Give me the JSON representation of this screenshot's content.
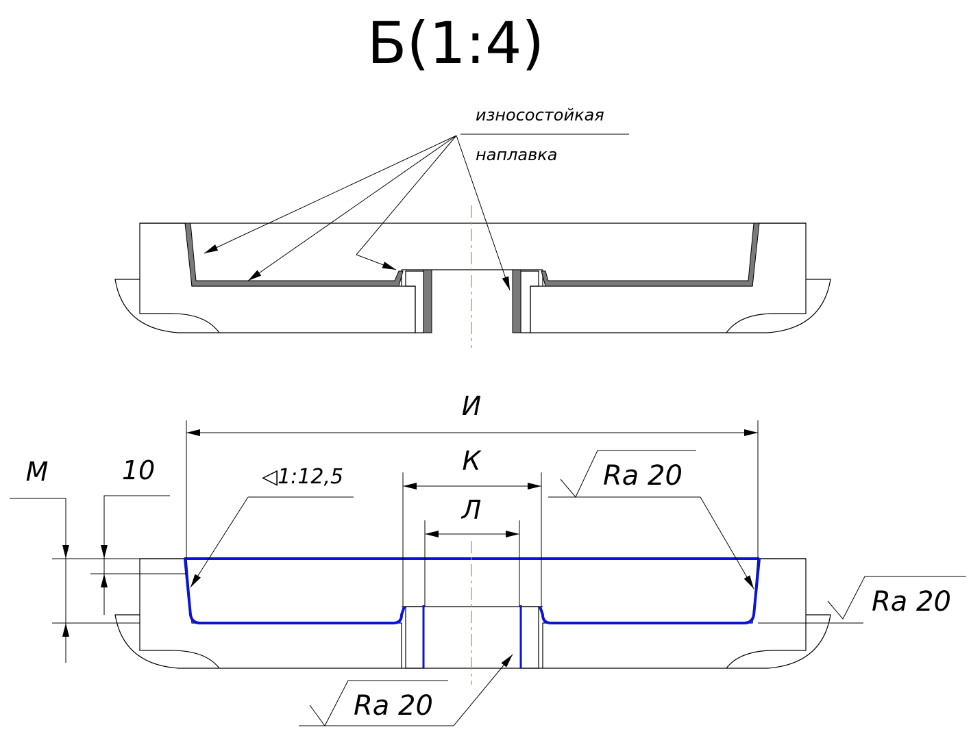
{
  "view_title": "Б(1:4)",
  "note": {
    "line1": "износостойкая",
    "line2": "наплавка"
  },
  "dimensions": {
    "I": "И",
    "K": "К",
    "L": "Л",
    "M": "М",
    "ten": "10",
    "taper": "◁1:12,5"
  },
  "roughness": {
    "top": "Ra 20",
    "right": "Ra 20",
    "bottom": "Ra 20"
  },
  "colors": {
    "highlight": "#0a14d6",
    "coating": "#7a7a7a",
    "center_axis": "#d9853b"
  }
}
